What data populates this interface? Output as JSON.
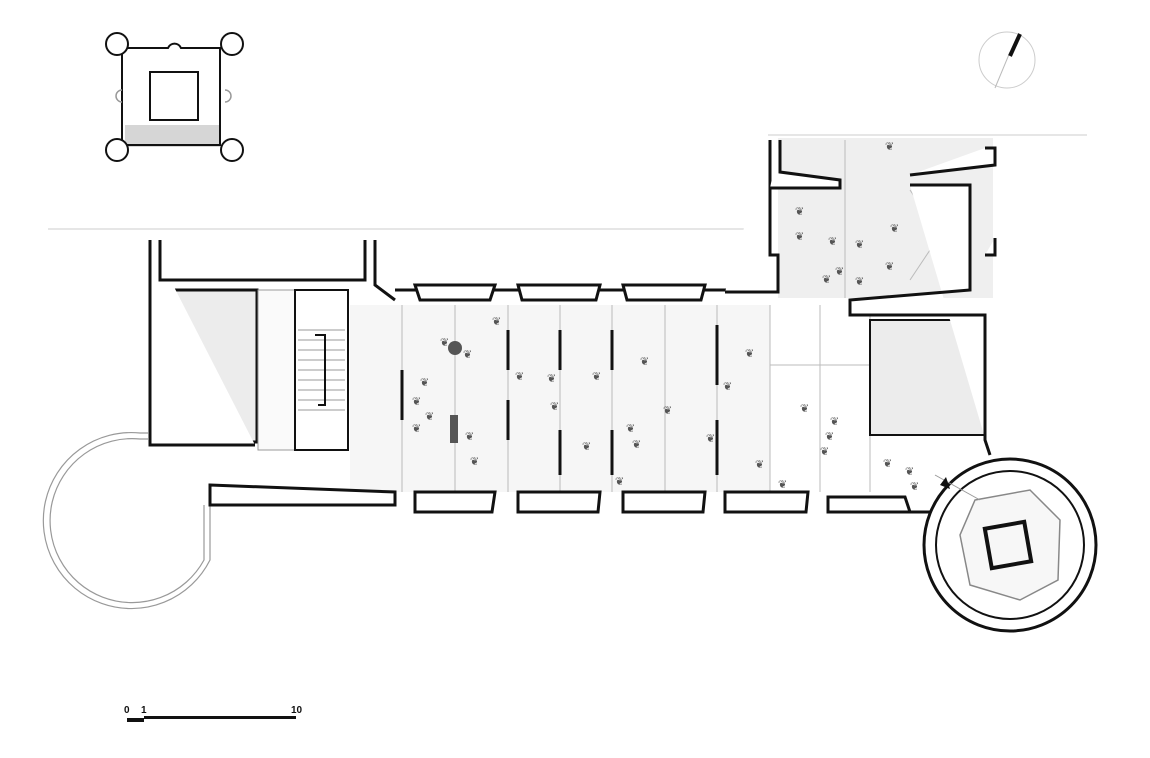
{
  "scale_bar": {
    "labels": [
      "0",
      "1",
      "10"
    ],
    "unit_meaning": "meters"
  },
  "key_plan": {
    "highlight_color": "#d6d6d6"
  },
  "north_arrow": {
    "icon": "north-arrow-icon"
  },
  "colors": {
    "wall": "#111111",
    "light_fill": "#f0f0f0",
    "gray_fill": "#e6e6e6",
    "figure": "#555555"
  }
}
